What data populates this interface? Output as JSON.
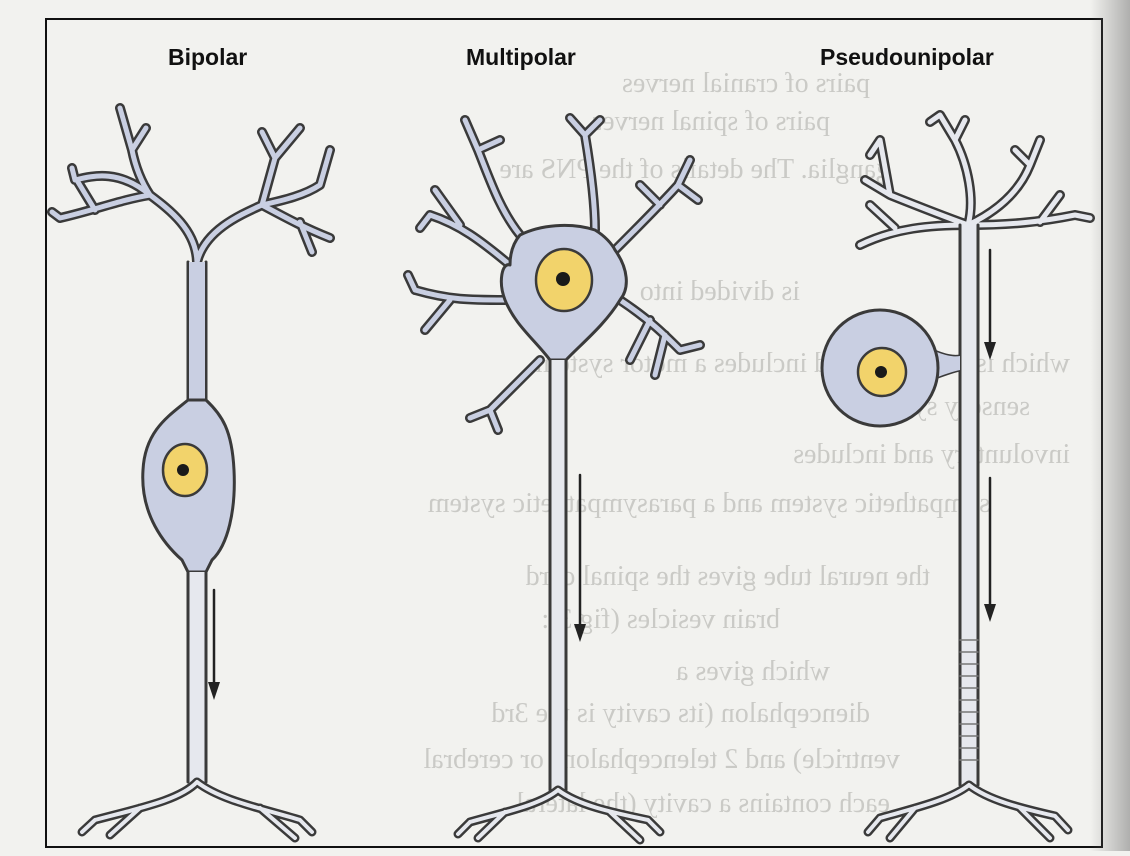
{
  "figure": {
    "panels": [
      {
        "id": "bipolar",
        "title": "Bipolar"
      },
      {
        "id": "multipolar",
        "title": "Multipolar"
      },
      {
        "id": "pseudounipolar",
        "title": "Pseudounipolar"
      }
    ]
  },
  "colors": {
    "outline": "#3a3a3a",
    "cytoplasm": "#c9cfe2",
    "nucleus_fill": "#f2d36b",
    "nucleolus": "#1a1a1a",
    "frame": "#111111",
    "background": "#f2f2ef"
  },
  "background_text_bleed": {
    "lines": [
      "pairs of cranial nerves",
      "pairs of spinal nerves",
      "ganglia. The details of the PNS are",
      "is divided into",
      "which is voluntary and includes a motor system",
      "sensory system",
      "involuntary and includes",
      "sympathetic system and a parasympathetic system",
      "the neural tube gives the spinal cord",
      "brain vesicles (fig.3):",
      "which gives a",
      "diencephalon (its cavity is the 3rd",
      "ventricle) and 2 telencephalons or cerebral",
      "each contains a cavity (the lateral"
    ]
  }
}
